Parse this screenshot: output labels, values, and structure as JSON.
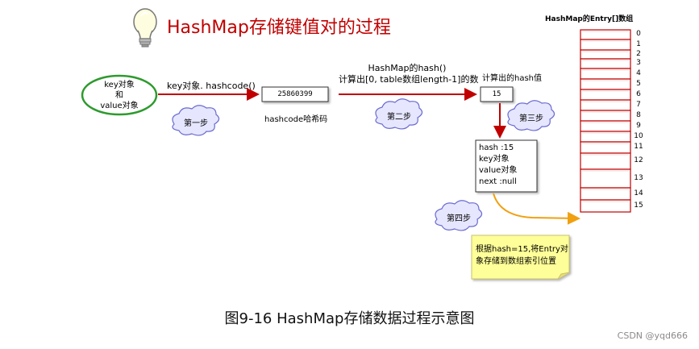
{
  "title": "HashMap存储键值对的过程",
  "caption": "图9-16 HashMap存储数据过程示意图",
  "watermark": "CSDN @yqd666",
  "colors": {
    "title": "#c00000",
    "arrow": "#c00000",
    "orange_arrow": "#f0a010",
    "cloud_stroke": "#6a6ad0",
    "cloud_fill": "#e6e6ff",
    "ellipse_stroke": "#2e9a2e",
    "array_stroke": "#c00000",
    "note_fill": "#ffff99"
  },
  "key_value_node": {
    "line1": "key对象",
    "line2": "和",
    "line3": "value对象"
  },
  "hashcode_label": "key对象. hashcode()",
  "hashcode_value": "25860399",
  "hashcode_caption": "hashcode哈希码",
  "hash_func_label": {
    "line1": "HashMap的hash()",
    "line2": "计算出[0, table数组length-1]的数"
  },
  "hash_result_label": "计算出的hash值",
  "hash_value": "15",
  "steps": [
    "第一步",
    "第二步",
    "第三步",
    "第四步"
  ],
  "entry_box": [
    "hash :15",
    "key对象",
    "value对象",
    "next :null"
  ],
  "note": {
    "line1": "根据hash=15,将Entry对",
    "line2": "象存储到数组索引位置"
  },
  "array_title": "HashMap的Entry[]数组",
  "array_indices": [
    "0",
    "1",
    "2",
    "3",
    "4",
    "5",
    "6",
    "7",
    "8",
    "9",
    "10",
    "11",
    "12",
    "13",
    "14",
    "15"
  ]
}
